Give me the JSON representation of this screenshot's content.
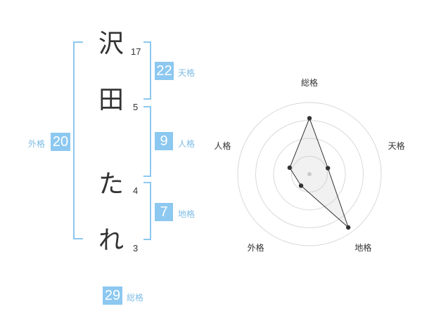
{
  "name_chars": [
    "沢",
    "田",
    "た",
    "れ"
  ],
  "strokes": [
    "17",
    "5",
    "4",
    "3"
  ],
  "fortunes": {
    "tenkaku": {
      "value": "22",
      "label": "天格"
    },
    "jinkaku": {
      "value": "9",
      "label": "人格"
    },
    "chikaku": {
      "value": "7",
      "label": "地格"
    },
    "gaikaku": {
      "value": "20",
      "label": "外格"
    },
    "soukaku": {
      "value": "29",
      "label": "総格"
    }
  },
  "colors": {
    "accent": "#8cc8f0",
    "label": "#7fbde6",
    "text": "#333333"
  },
  "chart_data": {
    "type": "radar",
    "axes": [
      "総格",
      "天格",
      "地格",
      "外格",
      "人格"
    ],
    "values": [
      0.78,
      0.27,
      0.92,
      0.2,
      0.29
    ],
    "range": [
      0,
      1
    ],
    "rings": 4
  }
}
